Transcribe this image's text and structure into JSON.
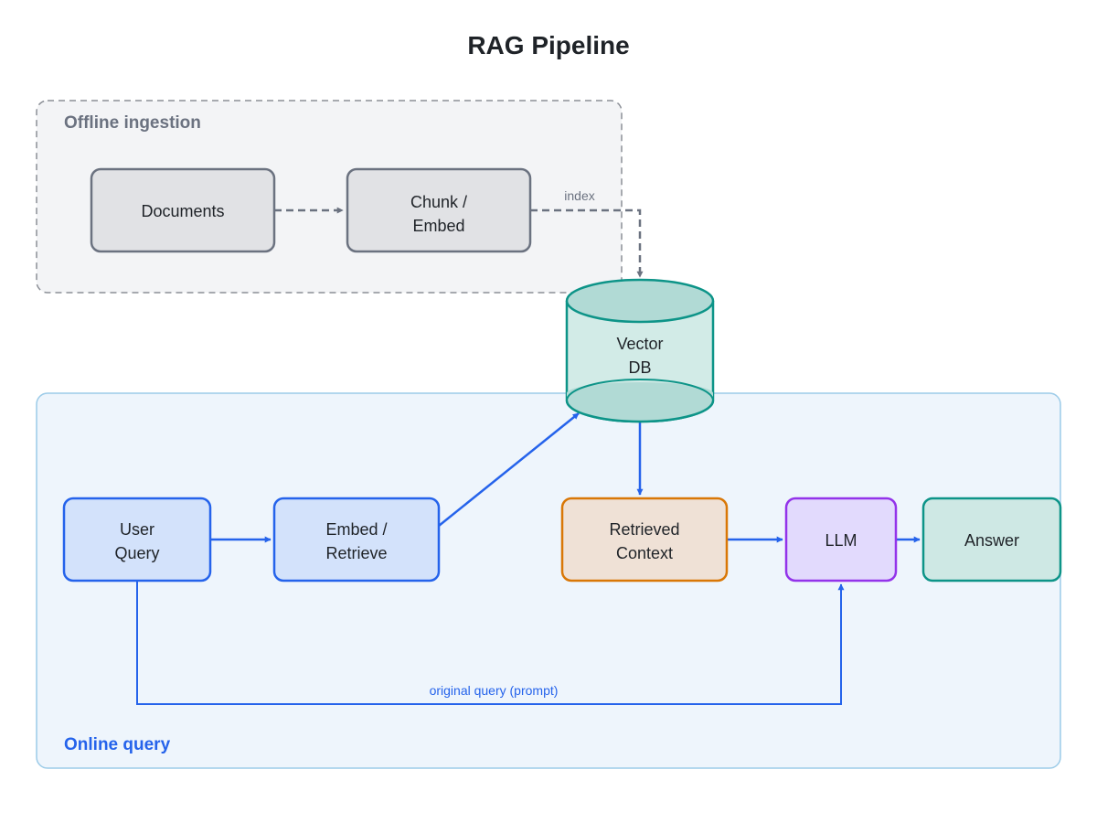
{
  "title": "RAG Pipeline",
  "colors": {
    "offline_stroke": "#8b8f96",
    "offline_fill": "#f3f4f6",
    "offline_label": "#6b7280",
    "online_stroke": "#9ccbe8",
    "online_fill": "#eef5fc",
    "online_label": "#2563eb",
    "gray_node_fill": "#e1e2e5",
    "gray_node_stroke": "#6b7280",
    "blue_node_fill": "#d3e2fb",
    "blue_node_stroke": "#2563eb",
    "orange_node_fill": "#efe1d6",
    "orange_node_stroke": "#d97706",
    "purple_node_fill": "#e2dafd",
    "purple_node_stroke": "#9333ea",
    "teal_node_fill": "#cee8e4",
    "teal_node_stroke": "#0d9488",
    "gray_edge": "#6b7280",
    "blue_edge": "#2563eb"
  },
  "groups": {
    "offline": {
      "label": "Offline ingestion"
    },
    "online": {
      "label": "Online query"
    }
  },
  "nodes": {
    "documents": {
      "lines": [
        "Documents"
      ]
    },
    "chunk_embed": {
      "lines": [
        "Chunk /",
        "Embed"
      ]
    },
    "vector_db": {
      "lines": [
        "Vector",
        "DB"
      ]
    },
    "user_query": {
      "lines": [
        "User",
        "Query"
      ]
    },
    "embed_retrieve": {
      "lines": [
        "Embed /",
        "Retrieve"
      ]
    },
    "retrieved_context": {
      "lines": [
        "Retrieved",
        "Context"
      ]
    },
    "llm": {
      "lines": [
        "LLM"
      ]
    },
    "answer": {
      "lines": [
        "Answer"
      ]
    }
  },
  "edges": {
    "index_label": "index",
    "original_query_label": "original query (prompt)"
  }
}
